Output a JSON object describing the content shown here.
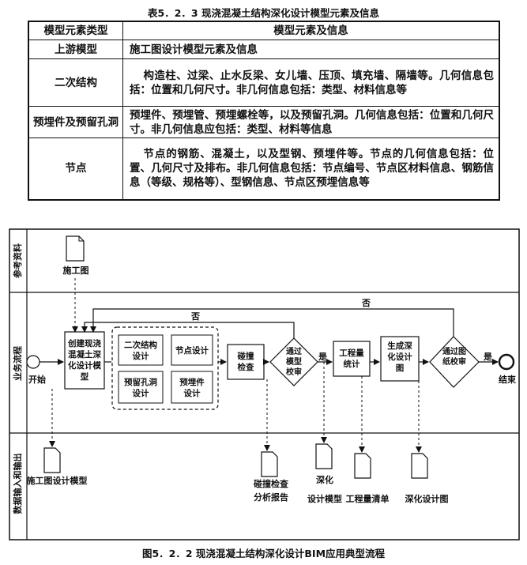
{
  "table_caption": "表5．2．3 现浇混凝土结构深化设计模型元素及信息",
  "table": {
    "headers": [
      "模型元素类型",
      "模型元素及信息"
    ],
    "rows": [
      {
        "type": "上游模型",
        "info": "施工图设计模型元素及信息"
      },
      {
        "type": "二次结构",
        "info": "构造柱、过梁、止水反梁、女儿墙、压顶、填充墙、隔墙等。几何信息包括：位置和几何尺寸。非几何信息包括：类型、材料信息等"
      },
      {
        "type": "预埋件及预留孔洞",
        "info": "预埋件、预埋管、预埋螺栓等，以及预留孔洞。几何信息包括：位置和几何尺寸。非几何信息应包括：类型、材料等信息"
      },
      {
        "type": "节点",
        "info": "节点的钢筋、混凝土，以及型钢、预埋件等。节点的几何信息包括：位置、几何尺寸及排布。非几何信息包括：节点编号、节点区材料信息、钢筋信息（等级、规格等）、型钢信息、节点区预埋信息等"
      }
    ]
  },
  "diagram": {
    "lanes": [
      "参考资料",
      "业务流程",
      "数据输入和输出"
    ],
    "ref_doc": "施工图",
    "start": "开始",
    "end": "结束",
    "create_model": "创建现浇混凝土深化设计模型",
    "sub_tasks": [
      "二次结构设计",
      "节点设计",
      "预留孔洞设计",
      "预埋件设计"
    ],
    "clash_check": "碰撞检查",
    "model_review": "通过模型校审",
    "quantity": "工程量统计",
    "gen_drawing": "生成深化设计图",
    "drawing_review": "通过图纸校审",
    "yes": "是",
    "no": "否",
    "outputs": [
      "施工图设计模型",
      "碰撞检查分析报告",
      "深化设计模型",
      "工程量清单",
      "深化设计图"
    ]
  },
  "figure_caption": "图5．2．2 现浇混凝土结构深化设计BIM应用典型流程"
}
